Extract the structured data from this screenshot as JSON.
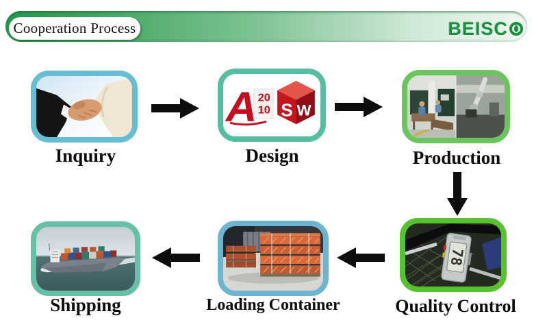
{
  "header": {
    "banner_title": "Cooperation Process",
    "logo": "BEISCO",
    "logo_prefix": "BEISC",
    "banner_color_left": "#2f9b52",
    "banner_color_right": "#f0f8f2",
    "logo_color": "#17913e"
  },
  "flow": {
    "arrow_color": "#0d0d0d",
    "sequence": [
      "Inquiry",
      "Design",
      "Production",
      "Quality Control",
      "Loading Container",
      "Shipping"
    ],
    "steps": [
      {
        "label": "Inquiry",
        "border_color": "#67bed3",
        "image": "handshake-photo"
      },
      {
        "label": "Design",
        "border_color": "#57bda1",
        "image": "autocad-solidworks-logos"
      },
      {
        "label": "Production",
        "border_color": "#6cc45f",
        "image": "factory-photo"
      },
      {
        "label": "Quality Control",
        "border_color": "#55c22e",
        "image": "digital-caliper-photo"
      },
      {
        "label": "Loading Container",
        "border_color": "#6cb4cf",
        "image": "stacked-pallets-photo"
      },
      {
        "label": "Shipping",
        "border_color": "#66bfa6",
        "image": "container-ship-photo"
      }
    ]
  },
  "design_logos": {
    "autocad_letter": "A",
    "autocad_year_top": "20",
    "autocad_year_bottom": "10",
    "solidworks_s": "S",
    "solidworks_w": "W"
  },
  "quality_control": {
    "caliper_reading": "78"
  }
}
